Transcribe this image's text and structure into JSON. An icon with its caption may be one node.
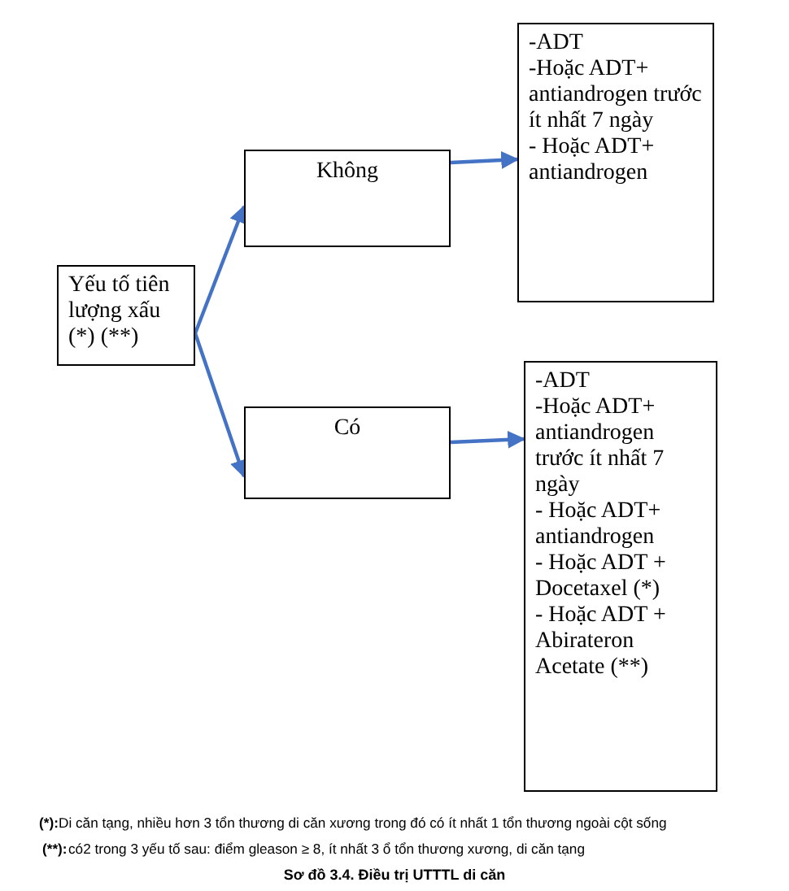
{
  "diagram": {
    "caption": "Sơ đồ 3.4. Điều trị UTTTL di căn",
    "nodes": [
      {
        "text": [
          "Yếu tố tiên lượng xấu (*) (**)"
        ]
      },
      {
        "text": [
          "Không"
        ]
      },
      {
        "text": [
          "Có"
        ]
      },
      {
        "text": [
          "-ADT",
          "-Hoặc ADT+ antiandrogen trước ít nhất 7 ngày",
          "- Hoặc ADT+ antiandrogen"
        ]
      },
      {
        "text": [
          "-ADT",
          "-Hoặc ADT+ antiandrogen trước ít nhất 7 ngày",
          "- Hoặc ADT+ antiandrogen",
          "- Hoặc ADT + Docetaxel (*)",
          "- Hoặc ADT + Abirateron Acetate (**)"
        ]
      }
    ],
    "edges": [
      {
        "from": 0,
        "to": 1,
        "arrow": "to"
      },
      {
        "from": 0,
        "to": 2,
        "arrow": "to"
      },
      {
        "from": 1,
        "to": 3,
        "arrow": "to"
      },
      {
        "from": 2,
        "to": 4,
        "arrow": "to"
      }
    ],
    "labels": [
      "(*):",
      "Di căn tạng, nhiều hơn 3 tổn thương di căn xương trong đó có ít nhất 1 tổn thương ngoài cột sống",
      "(**):",
      "có2 trong 3 yếu tố sau: điểm gleason ≥ 8, ít nhất 3 ổ tổn thương xương, di căn tạng"
    ]
  }
}
